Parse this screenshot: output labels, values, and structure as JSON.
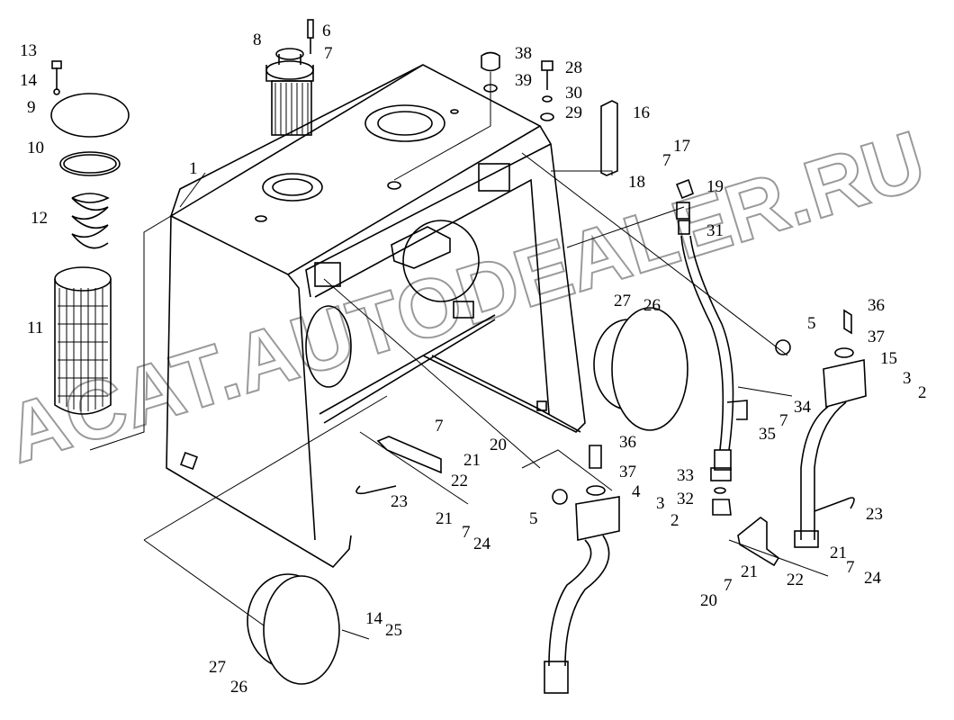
{
  "watermark": "ACAT.AUTODEALER.RU",
  "callouts": [
    {
      "id": "c-13",
      "text": "13"
    },
    {
      "id": "c-14a",
      "text": "14"
    },
    {
      "id": "c-9",
      "text": "9"
    },
    {
      "id": "c-10",
      "text": "10"
    },
    {
      "id": "c-12",
      "text": "12"
    },
    {
      "id": "c-11",
      "text": "11"
    },
    {
      "id": "c-1",
      "text": "1"
    },
    {
      "id": "c-8",
      "text": "8"
    },
    {
      "id": "c-6",
      "text": "6"
    },
    {
      "id": "c-7a",
      "text": "7"
    },
    {
      "id": "c-38",
      "text": "38"
    },
    {
      "id": "c-39",
      "text": "39"
    },
    {
      "id": "c-28",
      "text": "28"
    },
    {
      "id": "c-30",
      "text": "30"
    },
    {
      "id": "c-29",
      "text": "29"
    },
    {
      "id": "c-16",
      "text": "16"
    },
    {
      "id": "c-17",
      "text": "17"
    },
    {
      "id": "c-7b",
      "text": "7"
    },
    {
      "id": "c-18",
      "text": "18"
    },
    {
      "id": "c-19",
      "text": "19"
    },
    {
      "id": "c-31",
      "text": "31"
    },
    {
      "id": "c-27a",
      "text": "27"
    },
    {
      "id": "c-26a",
      "text": "26"
    },
    {
      "id": "c-36a",
      "text": "36"
    },
    {
      "id": "c-5a",
      "text": "5"
    },
    {
      "id": "c-37a",
      "text": "37"
    },
    {
      "id": "c-15",
      "text": "15"
    },
    {
      "id": "c-3a",
      "text": "3"
    },
    {
      "id": "c-2a",
      "text": "2"
    },
    {
      "id": "c-34",
      "text": "34"
    },
    {
      "id": "c-7c",
      "text": "7"
    },
    {
      "id": "c-35",
      "text": "35"
    },
    {
      "id": "c-7d",
      "text": "7"
    },
    {
      "id": "c-20a",
      "text": "20"
    },
    {
      "id": "c-21a",
      "text": "21"
    },
    {
      "id": "c-22a",
      "text": "22"
    },
    {
      "id": "c-23a",
      "text": "23"
    },
    {
      "id": "c-21b",
      "text": "21"
    },
    {
      "id": "c-7e",
      "text": "7"
    },
    {
      "id": "c-24a",
      "text": "24"
    },
    {
      "id": "c-36b",
      "text": "36"
    },
    {
      "id": "c-37b",
      "text": "37"
    },
    {
      "id": "c-4",
      "text": "4"
    },
    {
      "id": "c-5b",
      "text": "5"
    },
    {
      "id": "c-3b",
      "text": "3"
    },
    {
      "id": "c-2b",
      "text": "2"
    },
    {
      "id": "c-33",
      "text": "33"
    },
    {
      "id": "c-32",
      "text": "32"
    },
    {
      "id": "c-23b",
      "text": "23"
    },
    {
      "id": "c-21c",
      "text": "21"
    },
    {
      "id": "c-7f",
      "text": "7"
    },
    {
      "id": "c-24b",
      "text": "24"
    },
    {
      "id": "c-21d",
      "text": "21"
    },
    {
      "id": "c-22b",
      "text": "22"
    },
    {
      "id": "c-20b",
      "text": "20"
    },
    {
      "id": "c-7g",
      "text": "7"
    },
    {
      "id": "c-14b",
      "text": "14"
    },
    {
      "id": "c-25",
      "text": "25"
    },
    {
      "id": "c-27b",
      "text": "27"
    },
    {
      "id": "c-26b",
      "text": "26"
    }
  ]
}
